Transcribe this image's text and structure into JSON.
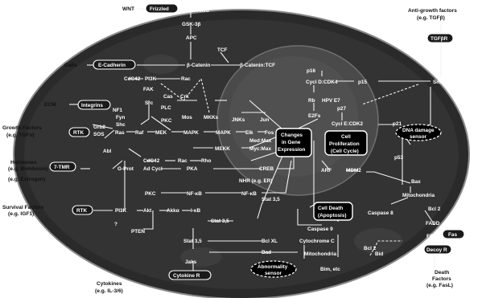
{
  "outside": {
    "wnt": "WNT",
    "cells": "Cells",
    "ecm": "ECM",
    "growth_factors": "Growth Factors",
    "growth_factors_eg": "(e.g. TGFα)",
    "hormones": "Hormones",
    "hormones_eg": "(e.g. Bombesin)",
    "estrogen": "(e.g. Estrogen)",
    "survival_factors": "Survival Factors",
    "survival_factors_eg": "(e.g. IGF1)",
    "cytokines": "Cytokines",
    "cytokines_eg": "(e.g. IL-3/6)",
    "anti_growth": "Anti-growth factors",
    "anti_growth_eg": "(e.g. TGFβ)",
    "death_factors": "Death",
    "death_factors_2": "Factors",
    "death_factors_eg": "(e.g. FasL)"
  },
  "receptors": {
    "frizzled": "Frizzled",
    "e_cadherin": "E-Cadherin",
    "integrins": "Integrins",
    "rtk": "RTK",
    "seven_tmr": "7-TMR",
    "rtk2": "RTK",
    "cytokine_r": "Cytokine R",
    "tgfbr": "TGFβR",
    "fas": "Fas",
    "decoy_r": "Decoy R"
  },
  "nodes": {
    "disheveled": "Disheveled",
    "gsk3b": "GSK-3β",
    "apc": "APC",
    "tcf": "TCF",
    "b_catenin": "β-Catenin",
    "b_catenin_tcf": "β-Catenin:TCF",
    "cdc42": "CdC42",
    "pi3k": "PI3K",
    "rac": "Rac",
    "fak": "FAK",
    "src": "Src",
    "cas": "Cas",
    "crk": "Crk",
    "nf1": "NF1",
    "fyn": "Fyn",
    "shc": "Shc",
    "plc": "PLC",
    "pkc": "PKC",
    "mos": "Mos",
    "mkks": "MKKs",
    "jnks": "JNKs",
    "jun": "Jun",
    "grb2": "Grb2",
    "sos": "SOS",
    "ras": "Ras",
    "raf": "Raf",
    "mek": "MEK",
    "mapk": "MAPK",
    "mapk2": "MAPK",
    "elk": "Elk",
    "fos": "Fos",
    "med_max": "Med:Max",
    "myc_max": "Myc:Max",
    "mekk": "MEKK",
    "abl": "Abl",
    "cdc42b": "CdC42",
    "rac2": "Rac",
    "rho": "Rho",
    "g_prot": "G-Prot",
    "ad_cycl": "Ad Cycl",
    "pka": "PKA",
    "creb": "CREB",
    "nhr": "NHR (e.g. ER)",
    "pkc2": "PKC",
    "nfkb": "NF-κB",
    "nfkb2": "NF-κB",
    "pi3k2": "PI3K",
    "akt": "Akt",
    "akka": "Akkα",
    "ikb": "I-κB",
    "pten": "PTEN",
    "question": "?",
    "stat35a": "Stat 3,5",
    "stat35b": "Stat 3,5",
    "stat35c": "Stat 3,5",
    "jaks": "Jaks",
    "bcl_xl": "Bcl XL",
    "bad": "Bad",
    "p16": "p16",
    "cycl_d_cdk4": "Cycl D:CDK4",
    "p15": "p15",
    "smads": "Smads",
    "rb": "Rb",
    "hpv_e7": "HPV E7",
    "e2fs": "E2Fs",
    "p27": "p27",
    "cycl_e_cdk2": "Cycl E:CDK2",
    "p21": "p21",
    "p53": "p53",
    "arf": "ARF",
    "mdm2": "MDM2",
    "bax": "Bax",
    "mitochondria": "Mitochondria",
    "bcl2": "Bcl 2",
    "fadd": "FADD",
    "caspase8": "Caspase 8",
    "caspase9": "Caspase 9",
    "cytochrome_c": "Cytochrome C",
    "bcl2b": "Bcl 2",
    "mitochondria2": "Mitochondria",
    "bid": "Bid",
    "bim": "Bim, etc",
    "fap": "FAP"
  },
  "boxes": {
    "gene_1": "Changes",
    "gene_2": "in Gene",
    "gene_3": "Expression",
    "prolif_1": "Cell",
    "prolif_2": "Proliferation",
    "prolif_3": "(Cell Cycle)",
    "death_1": "Cell Death",
    "death_2": "(Apoptosis)",
    "dna_1": "DNA damage",
    "dna_2": "sensor",
    "abn_1": "Abnormality",
    "abn_2": "sensor"
  }
}
